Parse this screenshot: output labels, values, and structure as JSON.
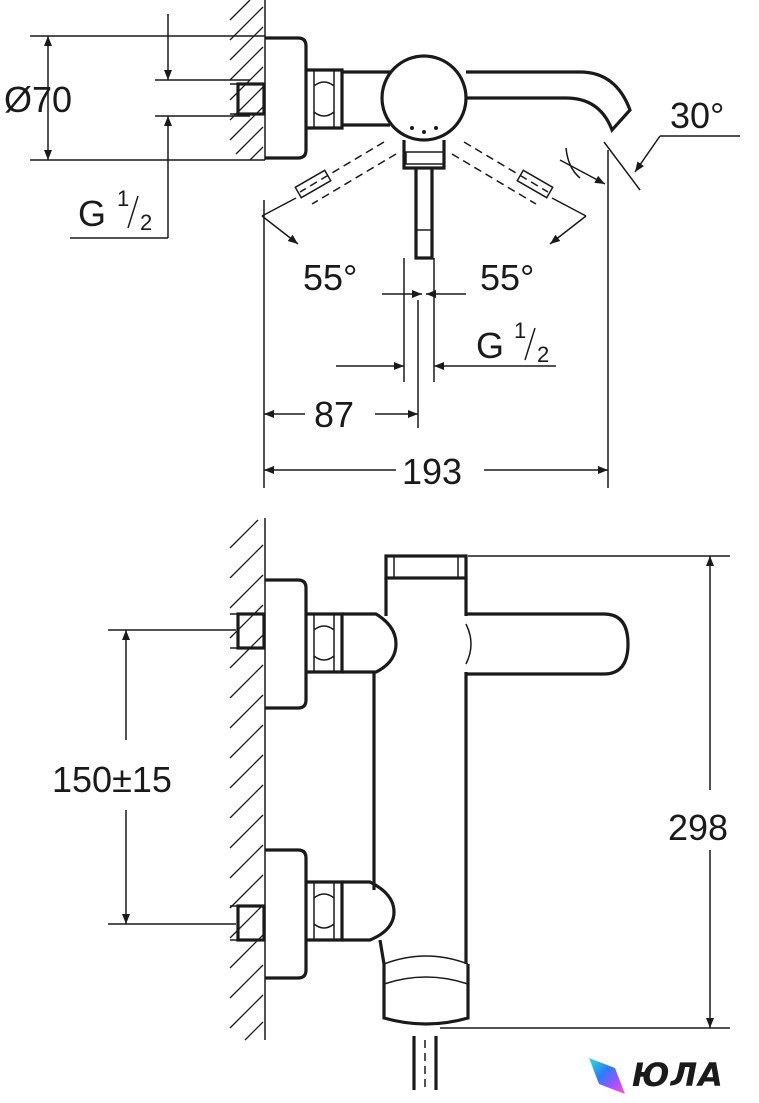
{
  "top_view": {
    "dia_label": "Ø70",
    "thread_left": {
      "main": "G",
      "num": "1",
      "den": "2"
    },
    "thread_right": {
      "main": "G",
      "num": "1",
      "den": "2"
    },
    "angle_left": "55°",
    "angle_right": "55°",
    "angle_spout": "30°",
    "dim_87": "87",
    "dim_193": "193"
  },
  "side_view": {
    "dim_spacing": "150±15",
    "dim_height": "298"
  },
  "watermark": {
    "text": "ЮЛА",
    "colors": [
      "#2b7bff",
      "#b44cff",
      "#ff5fa8",
      "#2ee6d0"
    ]
  }
}
